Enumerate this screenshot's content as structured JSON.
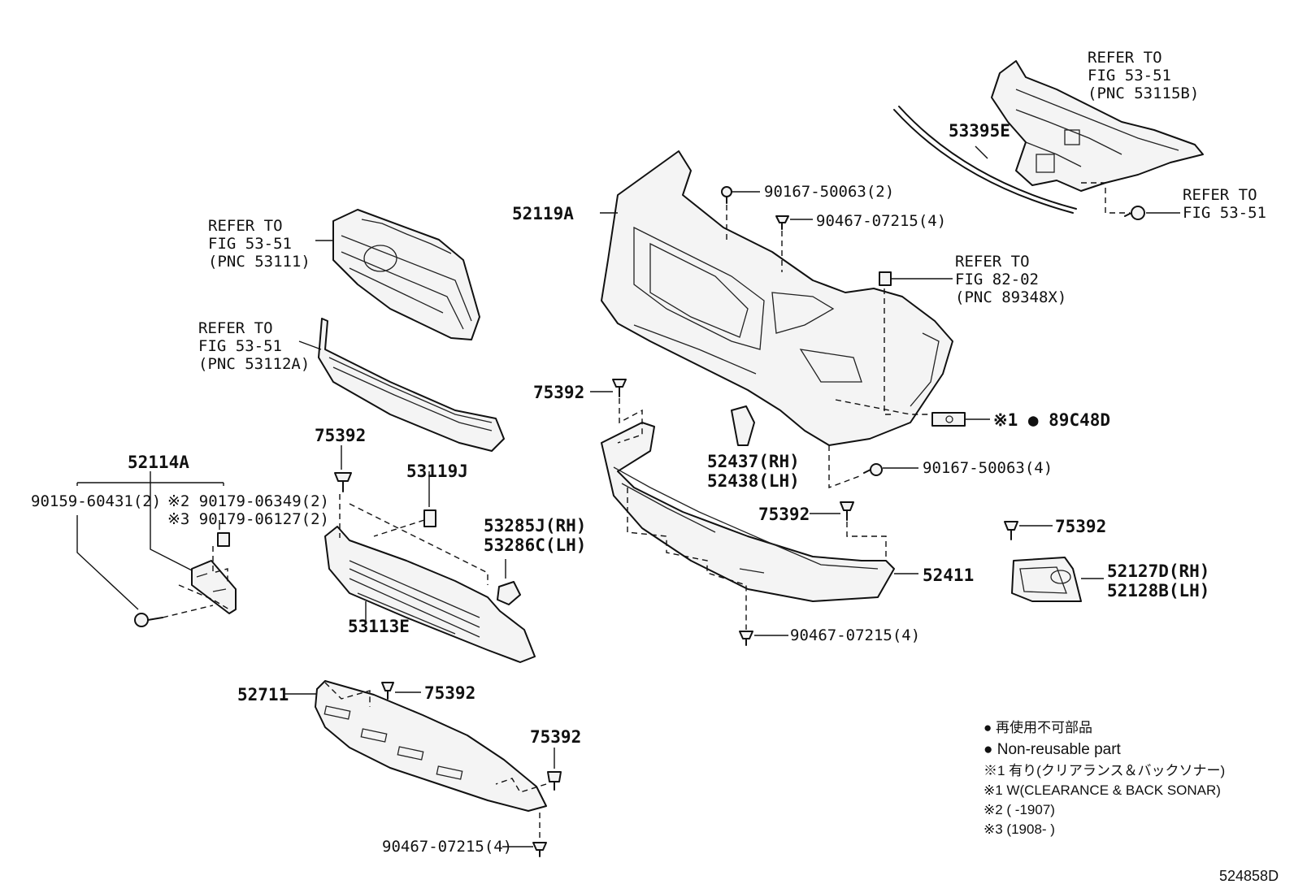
{
  "labels": {
    "ref_53115b_l1": "REFER TO",
    "ref_53115b_l2": "FIG 53-51",
    "ref_53115b_l3": "(PNC 53115B)",
    "p53395e": "53395E",
    "ref_5351_r_l1": "REFER TO",
    "ref_5351_r_l2": "FIG 53-51",
    "p52119a": "52119A",
    "p90167_top": "90167-50063(2)",
    "p90467_top": "90467-07215(4)",
    "ref_53111_l1": "REFER TO",
    "ref_53111_l2": "FIG 53-51",
    "ref_53111_l3": "(PNC 53111)",
    "ref_89348x_l1": "REFER TO",
    "ref_89348x_l2": "FIG 82-02",
    "ref_89348x_l3": "(PNC 89348X)",
    "ref_53112a_l1": "REFER TO",
    "ref_53112a_l2": "FIG 53-51",
    "ref_53112a_l3": "(PNC 53112A)",
    "p75392_a": "75392",
    "p89c48d": "※1 ● 89C48D",
    "p75392_b": "75392",
    "p53119j": "53119J",
    "p52114a": "52114A",
    "p52437": "52437(RH)",
    "p52438": "52438(LH)",
    "p90167_mid": "90167-50063(4)",
    "p90159": "90159-60431(2)",
    "p90179_06349": "※2 90179-06349(2)",
    "p90179_06127": "※3 90179-06127(2)",
    "p53285j": "53285J(RH)",
    "p53286c": "53286C(LH)",
    "p75392_c": "75392",
    "p75392_d": "75392",
    "p52411": "52411",
    "p52127d": "52127D(RH)",
    "p52128b": "52128B(LH)",
    "p53113e": "53113E",
    "p90467_mid": "90467-07215(4)",
    "p52711": "52711",
    "p75392_e": "75392",
    "p75392_f": "75392",
    "p90467_bot": "90467-07215(4)"
  },
  "legend": {
    "jp_nonreusable": "● 再使用不可部品",
    "en_nonreusable": "● Non-reusable part",
    "note1_jp": "※1 有り(クリアランス＆バックソナー)",
    "note1_en": "※1 W(CLEARANCE & BACK SONAR)",
    "note2": "※2 (        -1907)",
    "note3": "※3 (1908-        )"
  },
  "diagram_code": "524858D"
}
